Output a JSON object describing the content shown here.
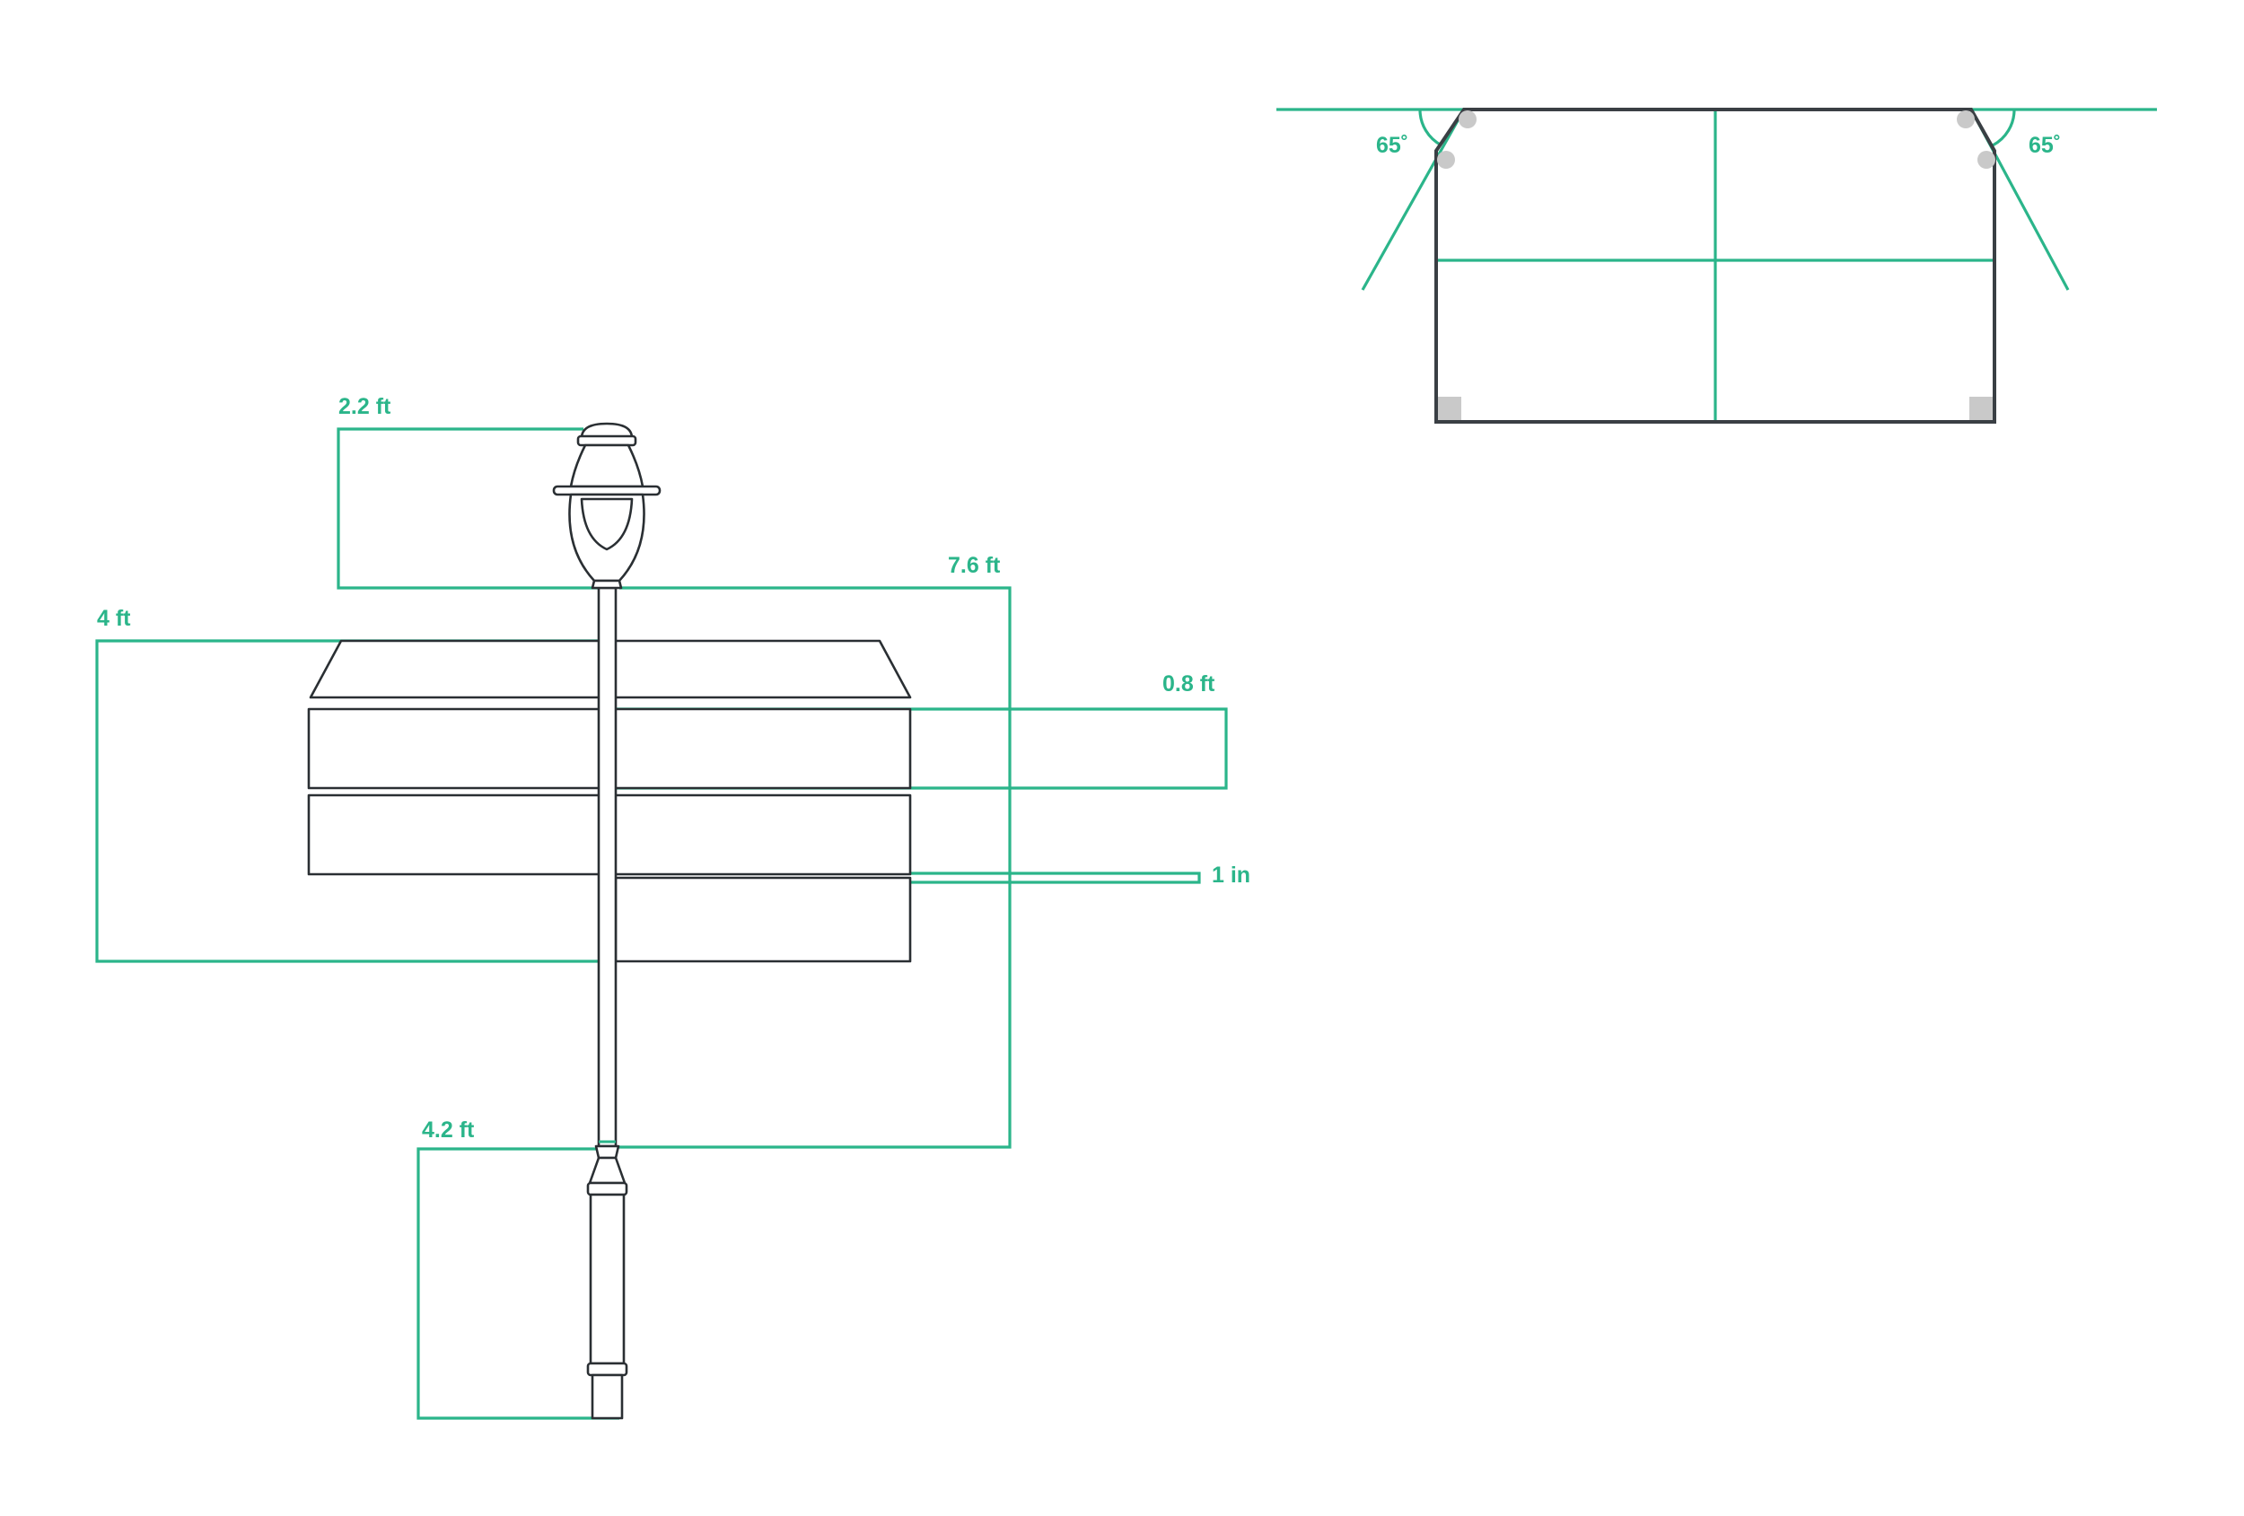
{
  "colors": {
    "dimension": "#2bb58a",
    "outline": "#2a2f33",
    "marker": "#c9c9c9",
    "background": "#ffffff"
  },
  "side_view": {
    "dimensions": {
      "lamp_arm": "2.2 ft",
      "post_height": "7.6 ft",
      "sign_width": "4 ft",
      "board_height": "0.8 ft",
      "board_gap": "1 in",
      "base_height": "4.2 ft"
    }
  },
  "plan_view": {
    "left_angle": "65˚",
    "right_angle": "65˚"
  }
}
